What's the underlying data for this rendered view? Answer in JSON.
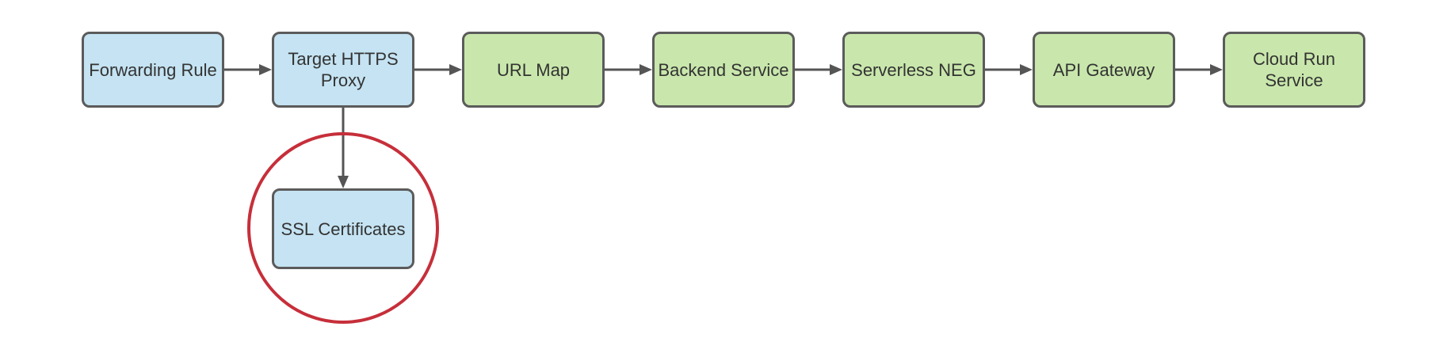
{
  "diagram": {
    "type": "flowchart",
    "description": "Google Cloud HTTPS load balancing to Cloud Run architecture flow",
    "nodes": [
      {
        "id": "forwarding-rule",
        "label": "Forwarding Rule",
        "fill": "blue"
      },
      {
        "id": "target-https-proxy",
        "label": "Target HTTPS Proxy",
        "fill": "blue"
      },
      {
        "id": "url-map",
        "label": "URL Map",
        "fill": "green"
      },
      {
        "id": "backend-service",
        "label": "Backend Service",
        "fill": "green"
      },
      {
        "id": "serverless-neg",
        "label": "Serverless NEG",
        "fill": "green"
      },
      {
        "id": "api-gateway",
        "label": "API Gateway",
        "fill": "green"
      },
      {
        "id": "cloud-run-service",
        "label": "Cloud Run Service",
        "fill": "green"
      },
      {
        "id": "ssl-certificates",
        "label": "SSL Certificates",
        "fill": "blue"
      }
    ],
    "edges": [
      {
        "from": "forwarding-rule",
        "to": "target-https-proxy",
        "direction": "right"
      },
      {
        "from": "target-https-proxy",
        "to": "url-map",
        "direction": "right"
      },
      {
        "from": "url-map",
        "to": "backend-service",
        "direction": "right"
      },
      {
        "from": "backend-service",
        "to": "serverless-neg",
        "direction": "right"
      },
      {
        "from": "serverless-neg",
        "to": "api-gateway",
        "direction": "right"
      },
      {
        "from": "api-gateway",
        "to": "cloud-run-service",
        "direction": "right"
      },
      {
        "from": "target-https-proxy",
        "to": "ssl-certificates",
        "direction": "down"
      }
    ],
    "annotations": [
      {
        "type": "circle-highlight",
        "target": "ssl-certificates",
        "color": "#c62f3a"
      }
    ]
  },
  "colors": {
    "node_blue_fill": "#c5e3f2",
    "node_green_fill": "#c9e7ac",
    "node_border": "#5b5b5b",
    "arrow": "#555555",
    "highlight_red": "#c62f3a",
    "text": "#333333",
    "background": "#ffffff"
  }
}
